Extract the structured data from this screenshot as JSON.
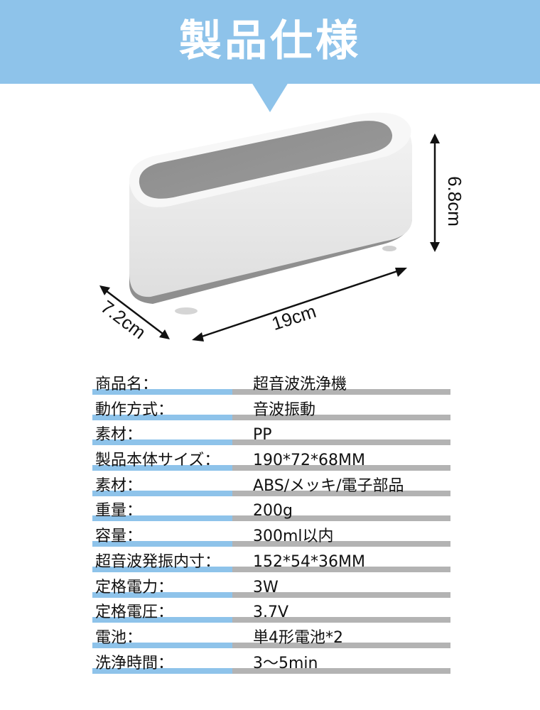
{
  "banner": {
    "title": "製品仕様"
  },
  "dimensions": {
    "height": "6.8cm",
    "width": "19cm",
    "depth": "7.2cm"
  },
  "colors": {
    "banner": "#8ec3ea",
    "bar_accent": "#8ec3ea",
    "bar_gray": "#b3b3b3"
  },
  "specs": [
    {
      "label": "商品名：",
      "value": "超音波洗浄機"
    },
    {
      "label": "動作方式：",
      "value": "音波振動"
    },
    {
      "label": "素材：",
      "value": "PP"
    },
    {
      "label": "製品本体サイズ：",
      "value": "190*72*68MM"
    },
    {
      "label": "素材：",
      "value": "ABS/メッキ/電子部品"
    },
    {
      "label": "重量：",
      "value": "200g"
    },
    {
      "label": "容量：",
      "value": "300ml以内"
    },
    {
      "label": "超音波発振内寸：",
      "value": "152*54*36MM"
    },
    {
      "label": "定格電力：",
      "value": "3W"
    },
    {
      "label": "定格電圧：",
      "value": "3.7V"
    },
    {
      "label": "電池：",
      "value": "単4形電池*2"
    },
    {
      "label": "洗浄時間：",
      "value": "3～5min"
    }
  ]
}
